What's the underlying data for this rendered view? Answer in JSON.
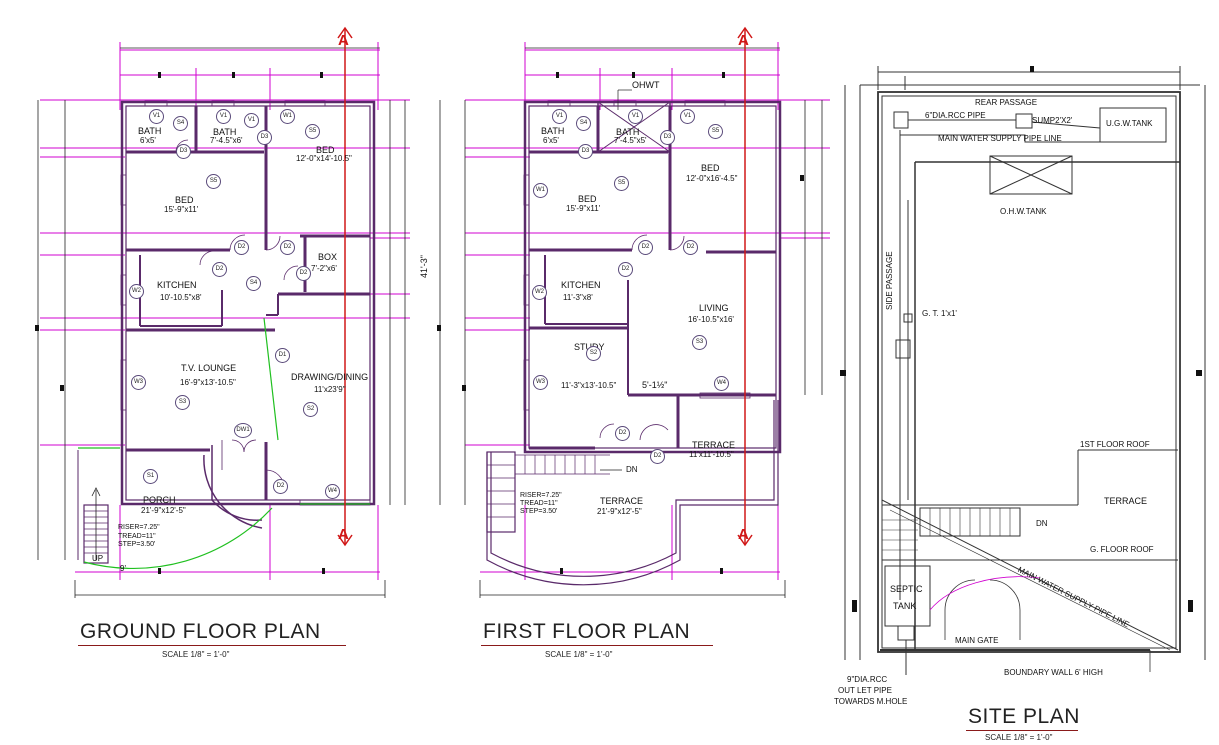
{
  "colors": {
    "wall": "#5a2a6a",
    "dim": "#d000d0",
    "cut": "#d01818",
    "green": "#20c020",
    "text": "#111111"
  },
  "ground": {
    "title": "GROUND FLOOR PLAN",
    "scale": "SCALE 1/8\" = 1'-0\"",
    "cut_label": "A",
    "height_dim": "41'-3\"",
    "porch_dim": "9'",
    "stair": {
      "riser": "RISER=7.25\"",
      "tread": "TREAD=11\"",
      "step": "STEP=3.50'",
      "up": "UP"
    },
    "rooms": [
      {
        "name": "BATH",
        "size": "6'x5'"
      },
      {
        "name": "BATH",
        "size": "7'-4.5\"x6'"
      },
      {
        "name": "BED",
        "size": "12'-0\"x14'-10.5\""
      },
      {
        "name": "BED",
        "size": "15'-9\"x11'"
      },
      {
        "name": "KITCHEN",
        "size": "10'-10.5\"x8'"
      },
      {
        "name": "BOX",
        "size": "7'-2\"x6'"
      },
      {
        "name": "T.V. LOUNGE",
        "size": "16'-9\"x13'-10.5\""
      },
      {
        "name": "DRAWING/DINING",
        "size": "11'x23'9\""
      },
      {
        "name": "PORCH",
        "size": "21'-9\"x12'-5\""
      }
    ],
    "tags": [
      "V1",
      "S4",
      "V1",
      "D3",
      "V1",
      "S5",
      "D3",
      "W1",
      "S5",
      "D2",
      "D2",
      "D2",
      "D2",
      "W2",
      "S4",
      "D1",
      "W3",
      "S3",
      "S2",
      "DW1",
      "S1",
      "D2",
      "W4"
    ]
  },
  "first": {
    "title": "FIRST FLOOR PLAN",
    "scale": "SCALE 1/8\" = 1'-0\"",
    "cut_label": "A",
    "ohwt": "OHWT",
    "stair_dn": "DN",
    "half_dim": "5'-1½\"",
    "stair": {
      "riser": "RISER=7.25\"",
      "tread": "TREAD=11\"",
      "step": "STEP=3.50'"
    },
    "rooms": [
      {
        "name": "BATH",
        "size": "6'x5'"
      },
      {
        "name": "BATH",
        "size": "7'-4.5\"x5'"
      },
      {
        "name": "BED",
        "size": "12'-0\"x16'-4.5\""
      },
      {
        "name": "BED",
        "size": "15'-9\"x11'"
      },
      {
        "name": "KITCHEN",
        "size": "11'-3\"x8'"
      },
      {
        "name": "LIVING",
        "size": "16'-10.5\"x16'"
      },
      {
        "name": "STUDY",
        "size": "11'-3\"x13'-10.5\""
      },
      {
        "name": "TERRACE",
        "size": "11'x11'-10.5\""
      },
      {
        "name": "TERRACE",
        "size": "21'-9\"x12'-5\""
      }
    ],
    "tags": [
      "V1",
      "S4",
      "V1",
      "D3",
      "V1",
      "S5",
      "D3",
      "W1",
      "S5",
      "D2",
      "D2",
      "W2",
      "D2",
      "S3",
      "W4",
      "S2",
      "W3",
      "D2",
      "D2"
    ]
  },
  "site": {
    "title": "SITE PLAN",
    "scale": "SCALE 1/8\" = 1'-0\"",
    "labels": {
      "rear_passage": "REAR PASSAGE",
      "rcc_pipe": "6\"DIA.RCC PIPE",
      "sump": "SUMP2'X2'",
      "ugw_tank": "U.G.W.TANK",
      "main_supply": "MAIN WATER SUPPLY  PIPE LINE",
      "ohw_tank": "O.H.W.TANK",
      "side_passage": "SIDE PASSAGE",
      "gt": "G. T. 1'x1'",
      "first_roof": "1ST FLOOR ROOF",
      "terrace": "TERRACE",
      "dn": "DN",
      "g_roof": "G. FLOOR ROOF",
      "septic": "SEPTIC",
      "tank": "TANK",
      "main_gate": "MAIN GATE",
      "boundary": "BOUNDARY WALL 6' HIGH",
      "diag_supply": "MAIN WATER SUPPLY  PIPE LINE",
      "outlet1": "9\"DIA.RCC",
      "outlet2": "OUT LET PIPE",
      "outlet3": "TOWARDS M.HOLE"
    }
  }
}
